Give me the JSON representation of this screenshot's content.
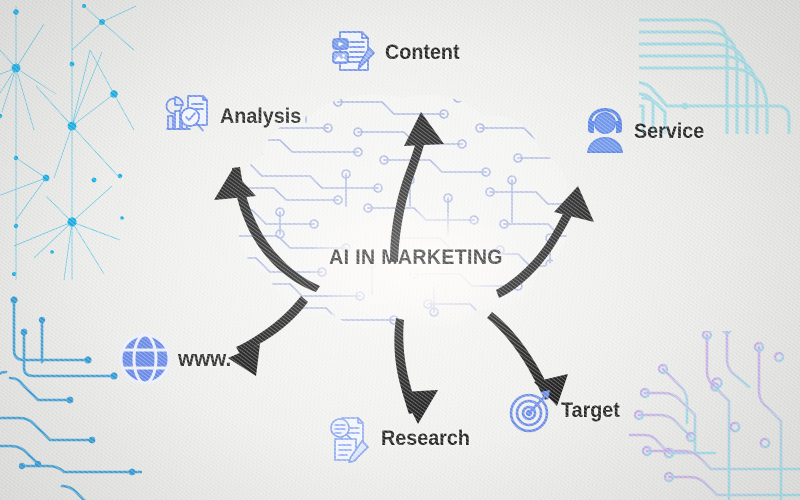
{
  "center": {
    "title": "AI IN MARKETING",
    "halo_color": "#fdfaf6"
  },
  "colors": {
    "accent_blue": "#6b8ce8",
    "icon_blue": "#5b87e8",
    "brain_circuit": "#a9b6e4",
    "network_cyan": "#29b6e8",
    "circuit_blue": "#2a93d5",
    "circuit_teal": "#a5dfe8",
    "circuit_purple": "#c9a8e6",
    "arrow_black": "#1c1c1c",
    "text_dark": "#262626",
    "background_paper": "#ededeb"
  },
  "nodes": [
    {
      "id": "analysis",
      "label": "Analysis",
      "icon": "analysis-chart-document-magnifier-icon",
      "arrow": "arrow-to-analysis"
    },
    {
      "id": "content",
      "label": "Content",
      "icon": "content-document-video-image-pencil-icon",
      "arrow": "arrow-to-content"
    },
    {
      "id": "service",
      "label": "Service",
      "icon": "customer-service-headset-agent-icon",
      "arrow": "arrow-to-service"
    },
    {
      "id": "target",
      "label": "Target",
      "icon": "target-bullseye-dart-icon",
      "arrow": "arrow-to-target"
    },
    {
      "id": "research",
      "label": "Research",
      "icon": "research-document-magnifier-pencil-icon",
      "arrow": "arrow-to-research"
    },
    {
      "id": "www",
      "label": "www.",
      "icon": "globe-web-icon",
      "arrow": "arrow-to-www"
    }
  ],
  "decorations": [
    {
      "id": "network-top-left",
      "name": "network-nodes-graphic"
    },
    {
      "id": "circuit-bottom-left",
      "name": "circuit-traces-graphic"
    },
    {
      "id": "circuit-top-right",
      "name": "circuit-traces-graphic"
    },
    {
      "id": "circuit-bottom-right",
      "name": "circuit-traces-gradient-graphic"
    },
    {
      "id": "brain-circuit-center",
      "name": "ai-brain-circuit-graphic"
    }
  ]
}
